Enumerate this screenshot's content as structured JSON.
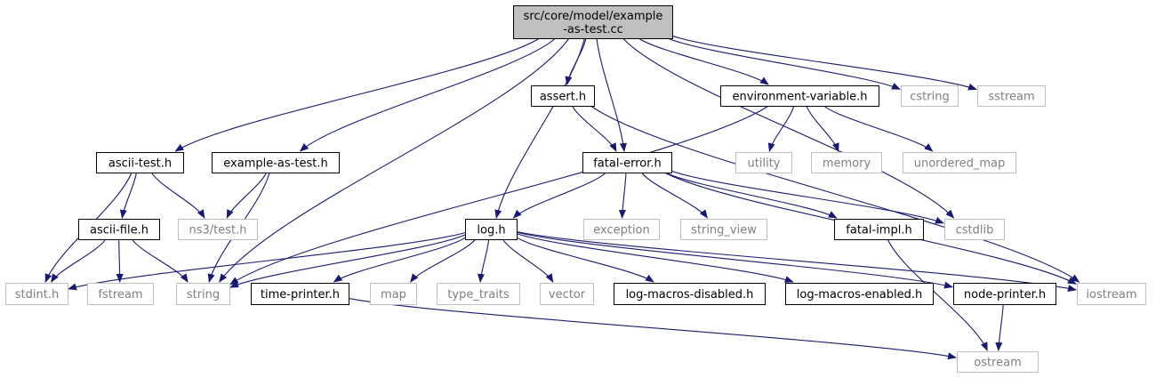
{
  "colors": {
    "edge": "#191970",
    "root_fill": "#bfbfbf",
    "local_border": "#000000",
    "system_border": "#bfbfbf",
    "system_text": "#7f7f7f"
  },
  "graph": {
    "nodes": [
      {
        "id": "root",
        "kind": "root",
        "lines": [
          "src/core/model/example",
          "-as-test.cc"
        ]
      },
      {
        "id": "ascii-test",
        "kind": "local",
        "lines": [
          "ascii-test.h"
        ]
      },
      {
        "id": "example-as-test",
        "kind": "local",
        "lines": [
          "example-as-test.h"
        ]
      },
      {
        "id": "string",
        "kind": "system",
        "lines": [
          "string"
        ]
      },
      {
        "id": "log",
        "kind": "local",
        "lines": [
          "log.h"
        ]
      },
      {
        "id": "assert",
        "kind": "local",
        "lines": [
          "assert.h"
        ]
      },
      {
        "id": "fatal-error",
        "kind": "local",
        "lines": [
          "fatal-error.h"
        ]
      },
      {
        "id": "environment-variable",
        "kind": "local",
        "lines": [
          "environment-variable.h"
        ]
      },
      {
        "id": "cstring",
        "kind": "system",
        "lines": [
          "cstring"
        ]
      },
      {
        "id": "sstream",
        "kind": "system",
        "lines": [
          "sstream"
        ]
      },
      {
        "id": "ascii-file",
        "kind": "local",
        "lines": [
          "ascii-file.h"
        ]
      },
      {
        "id": "ns3-test",
        "kind": "system",
        "lines": [
          "ns3/test.h"
        ]
      },
      {
        "id": "stdint",
        "kind": "system",
        "lines": [
          "stdint.h"
        ]
      },
      {
        "id": "fstream",
        "kind": "system",
        "lines": [
          "fstream"
        ]
      },
      {
        "id": "time-printer",
        "kind": "local",
        "lines": [
          "time-printer.h"
        ]
      },
      {
        "id": "map",
        "kind": "system",
        "lines": [
          "map"
        ]
      },
      {
        "id": "type-traits",
        "kind": "system",
        "lines": [
          "type_traits"
        ]
      },
      {
        "id": "vector",
        "kind": "system",
        "lines": [
          "vector"
        ]
      },
      {
        "id": "log-macros-disabled",
        "kind": "local",
        "lines": [
          "log-macros-disabled.h"
        ]
      },
      {
        "id": "log-macros-enabled",
        "kind": "local",
        "lines": [
          "log-macros-enabled.h"
        ]
      },
      {
        "id": "node-printer",
        "kind": "local",
        "lines": [
          "node-printer.h"
        ]
      },
      {
        "id": "iostream",
        "kind": "system",
        "lines": [
          "iostream"
        ]
      },
      {
        "id": "exception",
        "kind": "system",
        "lines": [
          "exception"
        ]
      },
      {
        "id": "string-view",
        "kind": "system",
        "lines": [
          "string_view"
        ]
      },
      {
        "id": "fatal-impl",
        "kind": "local",
        "lines": [
          "fatal-impl.h"
        ]
      },
      {
        "id": "cstdlib",
        "kind": "system",
        "lines": [
          "cstdlib"
        ]
      },
      {
        "id": "utility",
        "kind": "system",
        "lines": [
          "utility"
        ]
      },
      {
        "id": "memory",
        "kind": "system",
        "lines": [
          "memory"
        ]
      },
      {
        "id": "unordered-map",
        "kind": "system",
        "lines": [
          "unordered_map"
        ]
      },
      {
        "id": "ostream",
        "kind": "system",
        "lines": [
          "ostream"
        ]
      }
    ],
    "edges": [
      {
        "from": "root",
        "to": "ascii-test"
      },
      {
        "from": "root",
        "to": "example-as-test"
      },
      {
        "from": "root",
        "to": "string"
      },
      {
        "from": "root",
        "to": "log"
      },
      {
        "from": "root",
        "to": "assert"
      },
      {
        "from": "root",
        "to": "fatal-error"
      },
      {
        "from": "root",
        "to": "cstdlib"
      },
      {
        "from": "root",
        "to": "environment-variable"
      },
      {
        "from": "root",
        "to": "cstring"
      },
      {
        "from": "root",
        "to": "sstream"
      },
      {
        "from": "ascii-test",
        "to": "ascii-file"
      },
      {
        "from": "ascii-test",
        "to": "ns3-test"
      },
      {
        "from": "ascii-test",
        "to": "stdint"
      },
      {
        "from": "example-as-test",
        "to": "ns3-test"
      },
      {
        "from": "example-as-test",
        "to": "string"
      },
      {
        "from": "ascii-file",
        "to": "stdint"
      },
      {
        "from": "ascii-file",
        "to": "fstream"
      },
      {
        "from": "ascii-file",
        "to": "string"
      },
      {
        "from": "assert",
        "to": "fatal-error"
      },
      {
        "from": "assert",
        "to": "iostream"
      },
      {
        "from": "environment-variable",
        "to": "string"
      },
      {
        "from": "environment-variable",
        "to": "utility"
      },
      {
        "from": "environment-variable",
        "to": "memory"
      },
      {
        "from": "environment-variable",
        "to": "unordered-map"
      },
      {
        "from": "fatal-error",
        "to": "log"
      },
      {
        "from": "fatal-error",
        "to": "exception"
      },
      {
        "from": "fatal-error",
        "to": "string-view"
      },
      {
        "from": "fatal-error",
        "to": "fatal-impl"
      },
      {
        "from": "fatal-error",
        "to": "cstdlib"
      },
      {
        "from": "fatal-error",
        "to": "iostream"
      },
      {
        "from": "log",
        "to": "stdint"
      },
      {
        "from": "log",
        "to": "string"
      },
      {
        "from": "log",
        "to": "time-printer"
      },
      {
        "from": "log",
        "to": "map"
      },
      {
        "from": "log",
        "to": "type-traits"
      },
      {
        "from": "log",
        "to": "vector"
      },
      {
        "from": "log",
        "to": "log-macros-disabled"
      },
      {
        "from": "log",
        "to": "log-macros-enabled"
      },
      {
        "from": "log",
        "to": "node-printer"
      },
      {
        "from": "log",
        "to": "iostream"
      },
      {
        "from": "fatal-impl",
        "to": "ostream"
      },
      {
        "from": "time-printer",
        "to": "ostream"
      },
      {
        "from": "node-printer",
        "to": "ostream"
      }
    ]
  }
}
